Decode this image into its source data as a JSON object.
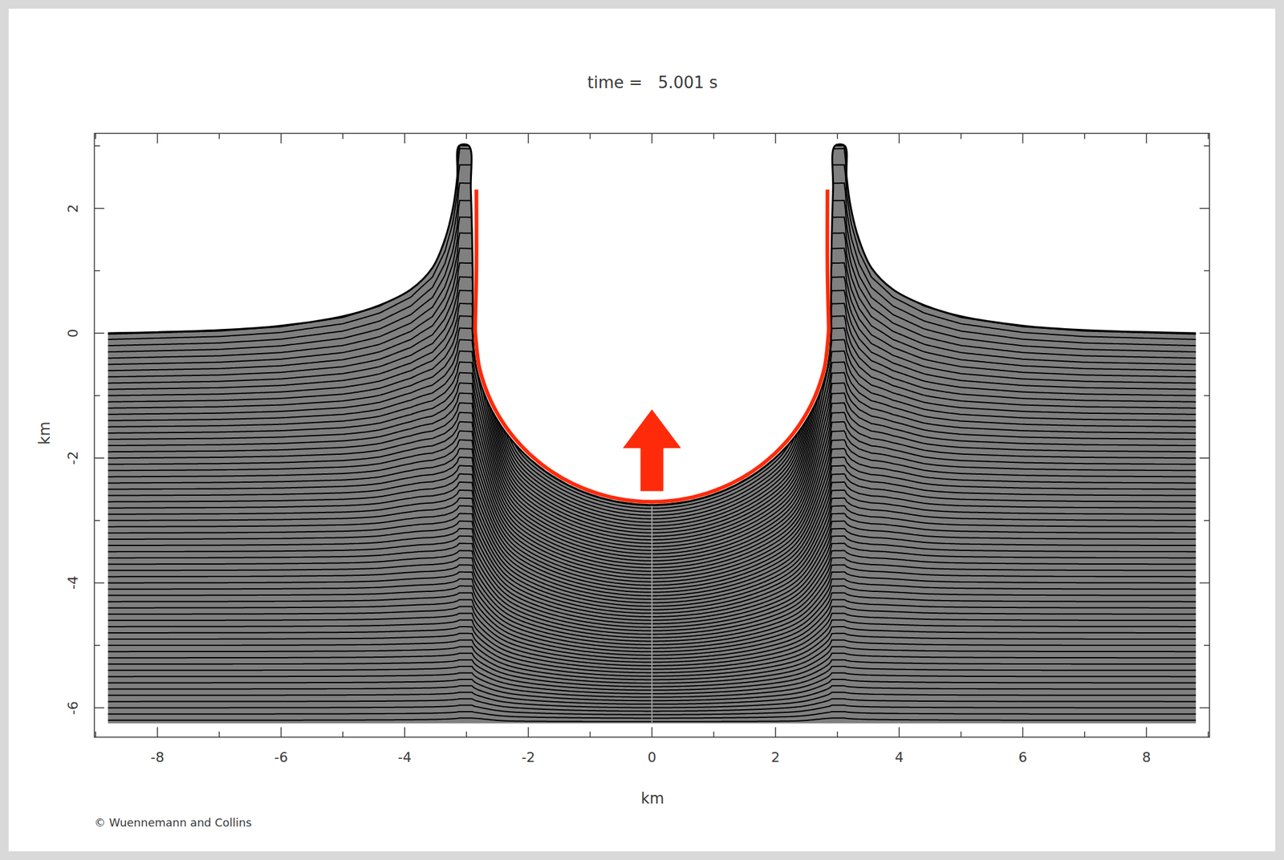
{
  "diagram": {
    "title": "time =   5.001 s",
    "labels": [
      "-6",
      "-4",
      "-2",
      "0",
      "2",
      "-8",
      "-6",
      "-4",
      "-2",
      "0",
      "2",
      "4",
      "6",
      "8",
      "km",
      "km",
      "© Wuennemann and Collins"
    ]
  }
}
